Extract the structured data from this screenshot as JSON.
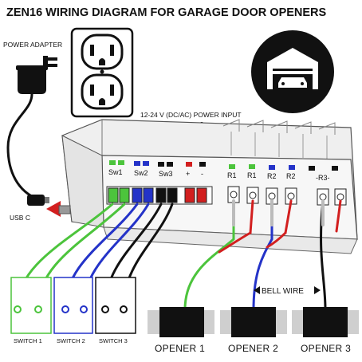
{
  "title": "ZEN16 WIRING DIAGRAM FOR GARAGE DOOR OPENERS",
  "labels": {
    "power_adapter": "POWER ADAPTER",
    "power_input": "12-24 V (DC/AC) POWER INPUT",
    "usb": "USB C",
    "bell_wire": "BELL WIRE"
  },
  "terminals": {
    "sw1": "Sw1",
    "sw2": "Sw2",
    "sw3": "Sw3",
    "plus": "+",
    "minus": "-",
    "r1a": "R1",
    "r1b": "R1",
    "r2a": "R2",
    "r2b": "R2",
    "r3": "-R3-"
  },
  "switches": [
    "SWITCH 1",
    "SWITCH 2",
    "SWITCH 3"
  ],
  "openers": [
    "OPENER 1",
    "OPENER 2",
    "OPENER 3"
  ],
  "colors": {
    "green": "#4cc43c",
    "blue": "#2433c8",
    "black": "#111111",
    "red": "#d21f1f",
    "gray": "#cfcfcf"
  },
  "icons": [
    "outlet-icon",
    "garage-icon",
    "power-adapter-icon",
    "arrow-icon"
  ]
}
